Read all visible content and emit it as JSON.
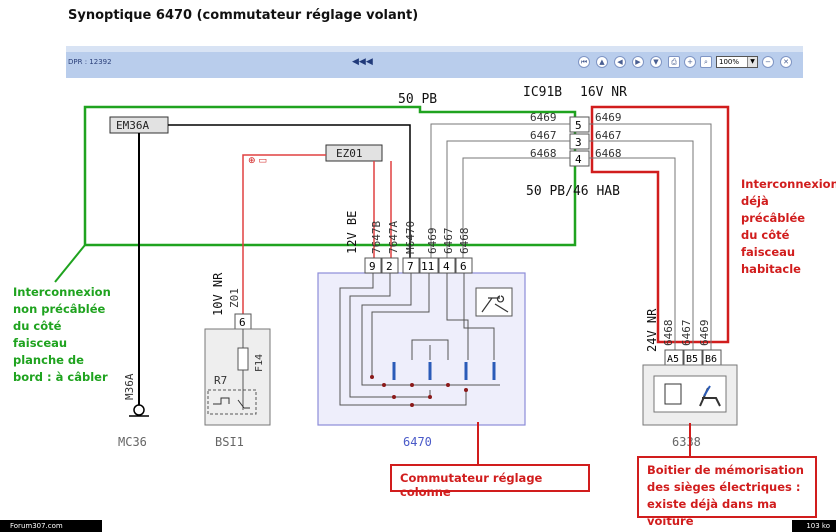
{
  "title": "Synoptique 6470 (commutateur réglage volant)",
  "toolbar": {
    "reference": "DPR : 12392",
    "rewind_glyph": "◀◀◀",
    "zoom_value": "100%",
    "buttons": [
      {
        "name": "first-page-icon",
        "glyph": "⏮"
      },
      {
        "name": "up-icon",
        "glyph": "▲"
      },
      {
        "name": "prev-icon",
        "glyph": "◀"
      },
      {
        "name": "next-icon",
        "glyph": "▶"
      },
      {
        "name": "down-icon",
        "glyph": "▼"
      },
      {
        "name": "print-icon",
        "glyph": "⎙"
      },
      {
        "name": "zoom-in-icon",
        "glyph": "+"
      },
      {
        "name": "zoom-search-icon",
        "glyph": "⌕"
      },
      {
        "name": "zoom-out-icon",
        "glyph": "−"
      },
      {
        "name": "close-icon",
        "glyph": "✕"
      }
    ]
  },
  "colors": {
    "green": "#1fa31f",
    "red": "#d11d1d",
    "box": "#8c8cd8",
    "box_fill": "#eeeefb",
    "wire": "#000000"
  },
  "diagram": {
    "bundle_50pb": "50 PB",
    "connector_ic91b": "IC91B",
    "label_16v_nr": "16V NR",
    "harness_50pb_46hab": "50 PB/46 HAB",
    "em36a": "EM36A",
    "ez01": "EZ01",
    "fuse_glyph": "⊕ ▭",
    "ic91b_pins": [
      {
        "pin": "5",
        "left": "6469",
        "right": "6469"
      },
      {
        "pin": "3",
        "left": "6467",
        "right": "6467"
      },
      {
        "pin": "4",
        "left": "6468",
        "right": "6468"
      }
    ],
    "comp_6470": {
      "name": "6470",
      "supply": "12V BE",
      "wires": [
        "7647B",
        "7647A",
        "M6470",
        "6469",
        "6467",
        "6468"
      ],
      "pins": [
        "9",
        "2",
        "7",
        "11",
        "4",
        "6"
      ]
    },
    "comp_bsi1": {
      "name": "BSI1",
      "supply": "10V NR",
      "wire": "Z01",
      "pin": "6",
      "fuse": "F14",
      "relay": "R7"
    },
    "comp_mc36": {
      "name": "MC36",
      "wire": "M36A"
    },
    "comp_6338": {
      "name": "6338",
      "supply": "24V NR",
      "wires": [
        "6468",
        "6467",
        "6469"
      ],
      "pins": [
        "A5",
        "B5",
        "B6"
      ]
    }
  },
  "annotations": {
    "green": [
      "Interconnexion",
      "non précâblée",
      "du côté",
      "faisceau",
      "planche de",
      "bord : à câbler"
    ],
    "red": [
      "Interconnexion",
      "déjà précâblée",
      "du côté",
      "faisceau",
      "habitacle"
    ],
    "colonne_box": "Commutateur réglage colonne",
    "memo_box": [
      "Boitier de mémorisation",
      "des sièges électriques :",
      "existe déjà dans ma voiture"
    ]
  },
  "footer": {
    "left": "Forum307.com",
    "right": "103 ko"
  }
}
